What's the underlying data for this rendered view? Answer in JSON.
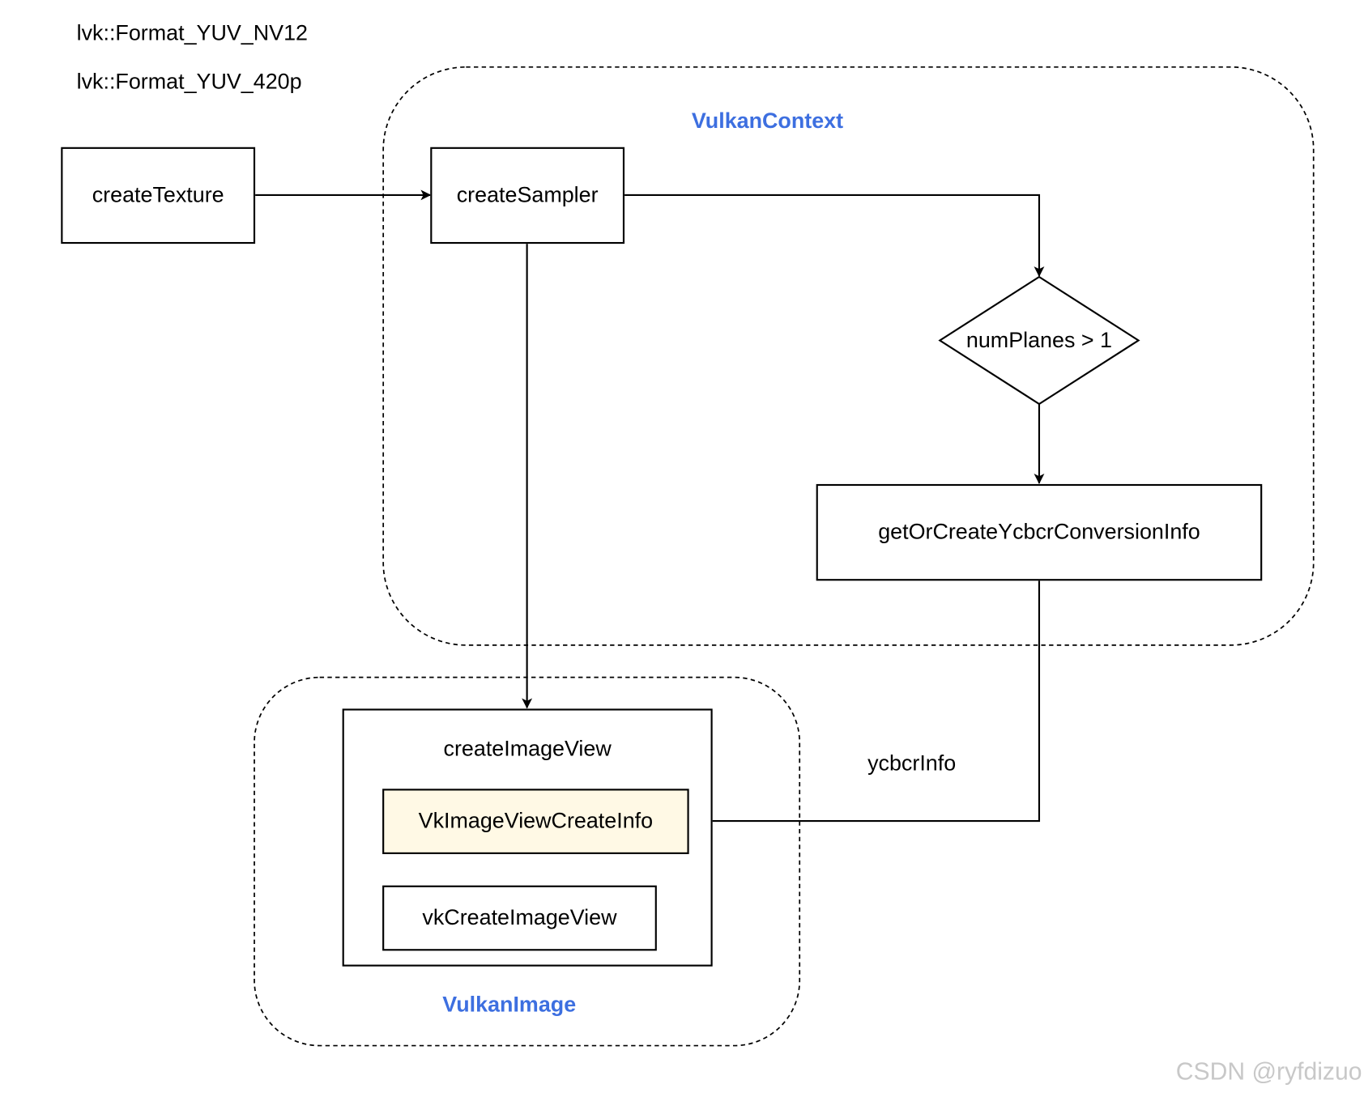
{
  "colors": {
    "group_title": "#3d6fe0",
    "highlight_fill": "#fff9e5",
    "stroke": "#000000",
    "watermark": "#c8c8c8"
  },
  "notes": {
    "format_nv12": "lvk::Format_YUV_NV12",
    "format_420p": "lvk::Format_YUV_420p"
  },
  "groups": {
    "vulkan_context": {
      "title": "VulkanContext"
    },
    "vulkan_image": {
      "title": "VulkanImage"
    }
  },
  "nodes": {
    "create_texture": "createTexture",
    "create_sampler": "createSampler",
    "num_planes_check": "numPlanes > 1",
    "get_or_create_ycbcr": "getOrCreateYcbcrConversionInfo",
    "create_image_view": "createImageView",
    "vk_image_view_create_info": "VkImageViewCreateInfo",
    "vk_create_image_view": "vkCreateImageView"
  },
  "edges": {
    "ycbcr_info_label": "ycbcrInfo"
  },
  "watermark": "CSDN @ryfdizuo"
}
